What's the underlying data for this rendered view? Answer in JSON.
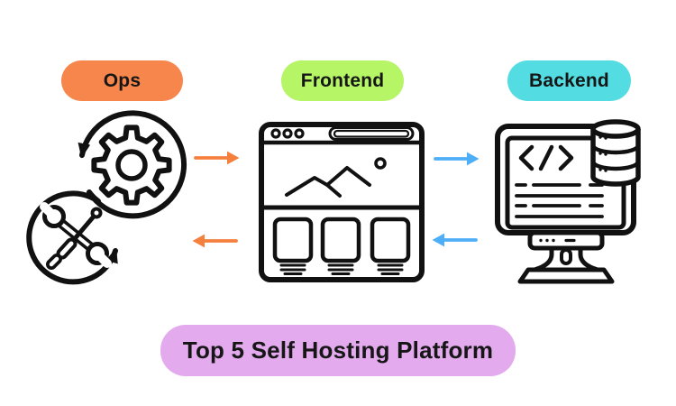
{
  "title_badge": {
    "label": "Top 5 Self Hosting Platform",
    "bg": "#E3AAEE"
  },
  "columns": [
    {
      "id": "ops",
      "label": "Ops",
      "pill_bg": "#F6864C",
      "icon": "devops-gear-and-tools-cycle"
    },
    {
      "id": "frontend",
      "label": "Frontend",
      "pill_bg": "#B5F566",
      "icon": "browser-window-webpage"
    },
    {
      "id": "backend",
      "label": "Backend",
      "pill_bg": "#53DCE1",
      "icon": "monitor-code-with-database"
    }
  ],
  "arrows": [
    {
      "from": "ops",
      "to": "frontend",
      "direction": "right",
      "color": "#F5803E"
    },
    {
      "from": "frontend",
      "to": "ops",
      "direction": "left",
      "color": "#F5803E"
    },
    {
      "from": "frontend",
      "to": "backend",
      "direction": "right",
      "color": "#4FAEF8"
    },
    {
      "from": "backend",
      "to": "frontend",
      "direction": "left",
      "color": "#4FAEF8"
    }
  ],
  "colors": {
    "background": "#FFFFFF",
    "line_art": "#111111",
    "text": "#161616",
    "ops_accent": "#F6864C",
    "frontend_accent": "#B5F566",
    "backend_accent": "#53DCE1",
    "title_accent": "#E3AAEE"
  }
}
